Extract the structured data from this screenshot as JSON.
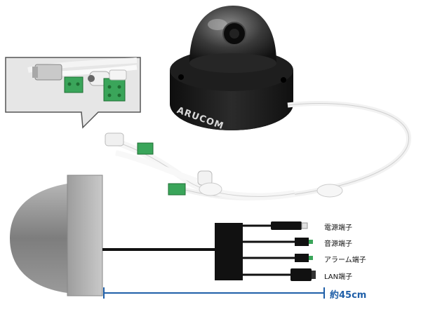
{
  "brand": "ARUCOM",
  "terminals": {
    "power": "電源端子",
    "audio": "音源端子",
    "alarm": "アラーム端子",
    "lan": "LAN端子"
  },
  "cable_length": "約45cm",
  "colors": {
    "camera_body": "#1c1c1c",
    "connector_green": "#3aa55a",
    "dimension_blue": "#1f5fa8",
    "housing_gray": "#b9b9b9"
  }
}
